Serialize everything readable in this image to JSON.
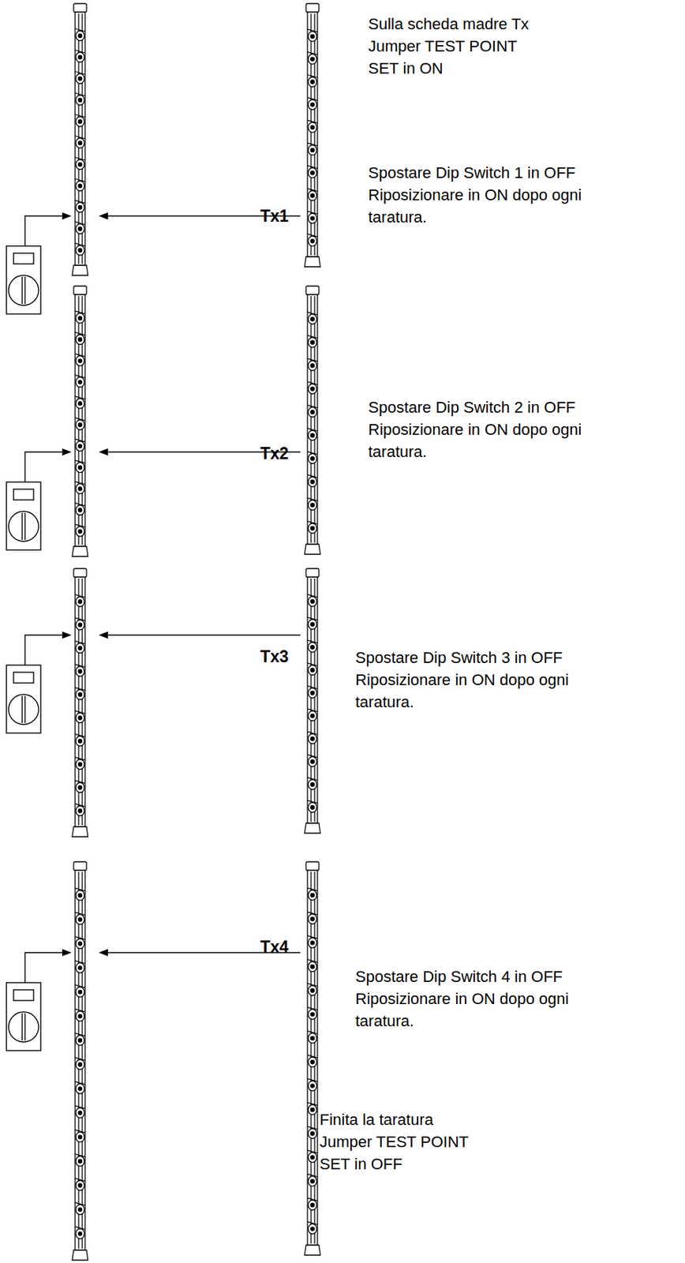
{
  "diagram": {
    "labels": [
      "Sulla scheda madre Tx Jumper TEST POINT SET in ON",
      "Spostare Dip Switch 1 in OFF Riposizionare in ON dopo ogni taratura.",
      "Tx1",
      "Spostare Dip Switch 2 in OFF Riposizionare in ON dopo ogni taratura.",
      "Tx2",
      "Tx3",
      "Spostare Dip Switch 3 in OFF Riposizionare in ON dopo ogni taratura.",
      "Tx4",
      "Spostare Dip Switch 4 in OFF Riposizionare in ON dopo ogni taratura.",
      "Finita la taratura Jumper TEST POINT SET in OFF"
    ]
  }
}
